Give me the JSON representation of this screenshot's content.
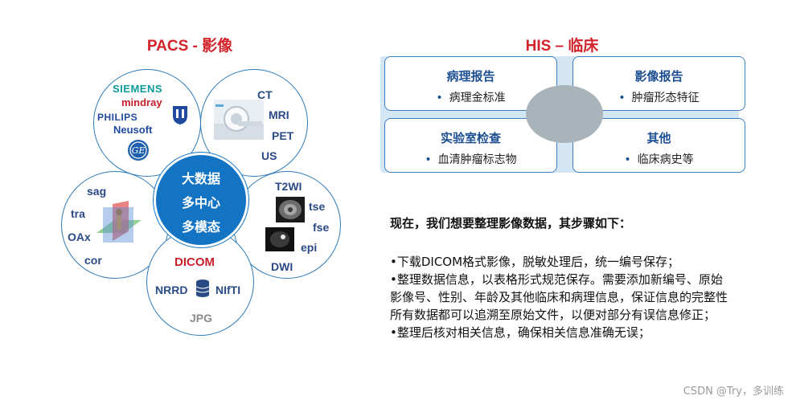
{
  "pacs": {
    "title": "PACS - 影像",
    "center_lines": [
      "大数据",
      "多中心",
      "多模态"
    ],
    "vendors": {
      "siemens": "SIEMENS",
      "mindray": "mindray",
      "philips": "PHILIPS",
      "neusoft": "Neusoft"
    },
    "modalities": [
      "CT",
      "MRI",
      "PET",
      "US"
    ],
    "sequences": [
      "T2WI",
      "tse",
      "fse",
      "epi",
      "DWI"
    ],
    "planes": [
      "sag",
      "tra",
      "OAx",
      "cor"
    ],
    "formats": {
      "dicom": "DICOM",
      "nrrd": "NRRD",
      "nifti": "NIfTI",
      "jpg": "JPG"
    },
    "colors": {
      "ring": "#2e7ab8",
      "center": "#1474c4",
      "title": "#d2232a"
    }
  },
  "his": {
    "title": "HIS – 临床",
    "boxes": [
      {
        "title": "病理报告",
        "item": "病理金标准"
      },
      {
        "title": "影像报告",
        "item": "肿瘤形态特征"
      },
      {
        "title": "实验室检查",
        "item": "血清肿瘤标志物"
      },
      {
        "title": "其他",
        "item": "临床病史等"
      }
    ],
    "colors": {
      "panel": "#d4e6f4",
      "border": "#3b7fc0",
      "box_title": "#1d4f91",
      "oval": "#a9b3ba"
    }
  },
  "text": {
    "heading": "现在，我们想要整理影像数据，其步骤如下：",
    "steps": [
      "•下载DICOM格式影像，脱敏处理后，统一编号保存；",
      "•整理数据信息，以表格形式规范保存。需要添加新编号、原始影像号、性别、年龄及其他临床和病理信息，保证信息的完整性所有数据都可以追溯至原始文件，以便对部分有误信息修正；",
      "•整理后核对相关信息，确保相关信息准确无误；"
    ]
  },
  "watermark": "CSDN @Try，多训练"
}
